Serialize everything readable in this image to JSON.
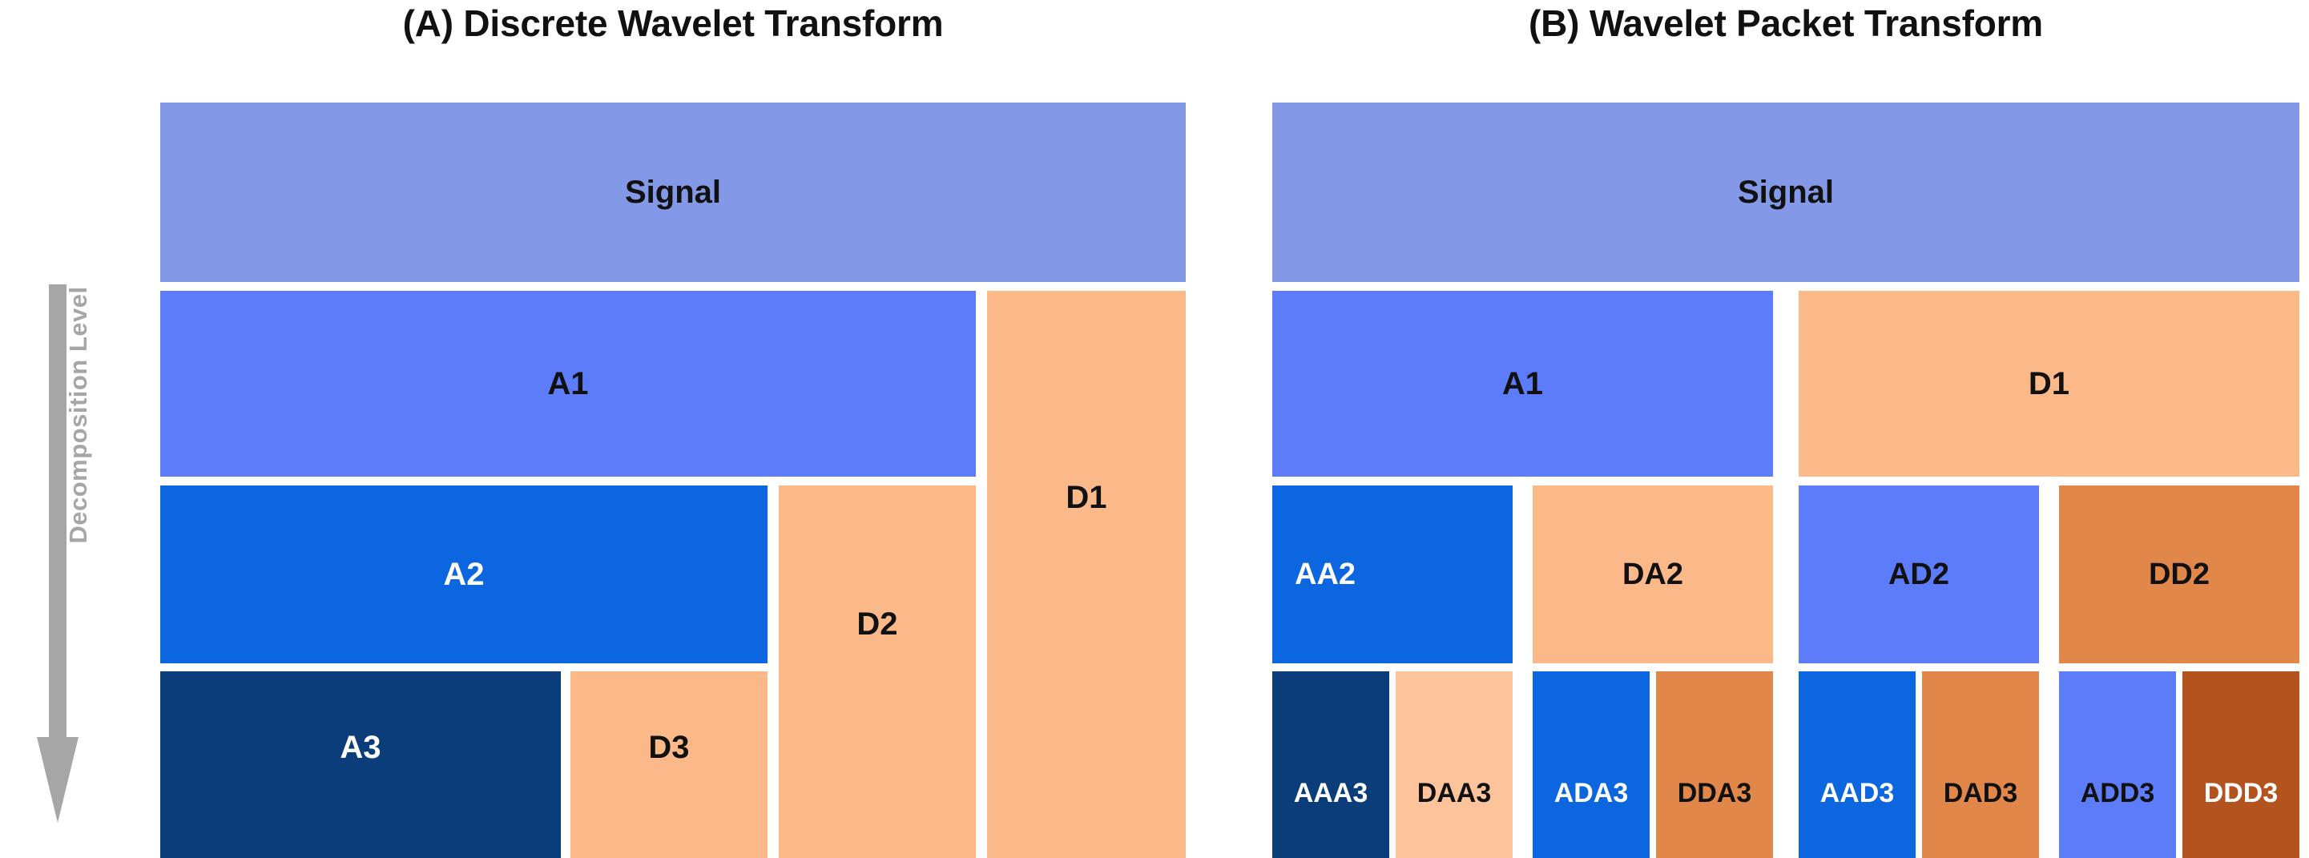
{
  "figure": {
    "palette": {
      "signal": "#8399E8",
      "approx_l1": "#5C7CFA",
      "approx_l2": "#0B66E0",
      "approx_l3": "#0B3D7B",
      "detail_light": "#FBB98A",
      "detail_pale": "#FDC49C",
      "detail_mid": "#E2874A",
      "detail_dark": "#B3541E",
      "axis_gray": "#A6A6A6",
      "text_dark": "#111111",
      "text_light": "#FFFFFF",
      "background": "#FFFFFF"
    },
    "axis": {
      "label": "Decomposition Level",
      "arrow_direction": "down"
    },
    "panels": [
      {
        "id": "panel-a",
        "title": "(A) Discrete Wavelet Transform",
        "levels": [
          {
            "level": 0,
            "blocks": [
              {
                "label": "Signal"
              }
            ]
          },
          {
            "level": 1,
            "blocks": [
              {
                "label": "A1"
              },
              {
                "label": "D1"
              }
            ]
          },
          {
            "level": 2,
            "blocks": [
              {
                "label": "A2"
              },
              {
                "label": "D2"
              }
            ]
          },
          {
            "level": 3,
            "blocks": [
              {
                "label": "A3"
              },
              {
                "label": "D3"
              }
            ]
          }
        ]
      },
      {
        "id": "panel-b",
        "title": "(B) Wavelet Packet Transform",
        "levels": [
          {
            "level": 0,
            "blocks": [
              {
                "label": "Signal"
              }
            ]
          },
          {
            "level": 1,
            "blocks": [
              {
                "label": "A1"
              },
              {
                "label": "D1"
              }
            ]
          },
          {
            "level": 2,
            "blocks": [
              {
                "label": "AA2"
              },
              {
                "label": "DA2"
              },
              {
                "label": "AD2"
              },
              {
                "label": "DD2"
              }
            ]
          },
          {
            "level": 3,
            "blocks": [
              {
                "label": "AAA3"
              },
              {
                "label": "DAA3"
              },
              {
                "label": "ADA3"
              },
              {
                "label": "DDA3"
              },
              {
                "label": "AAD3"
              },
              {
                "label": "DAD3"
              },
              {
                "label": "ADD3"
              },
              {
                "label": "DDD3"
              }
            ]
          }
        ]
      }
    ]
  }
}
